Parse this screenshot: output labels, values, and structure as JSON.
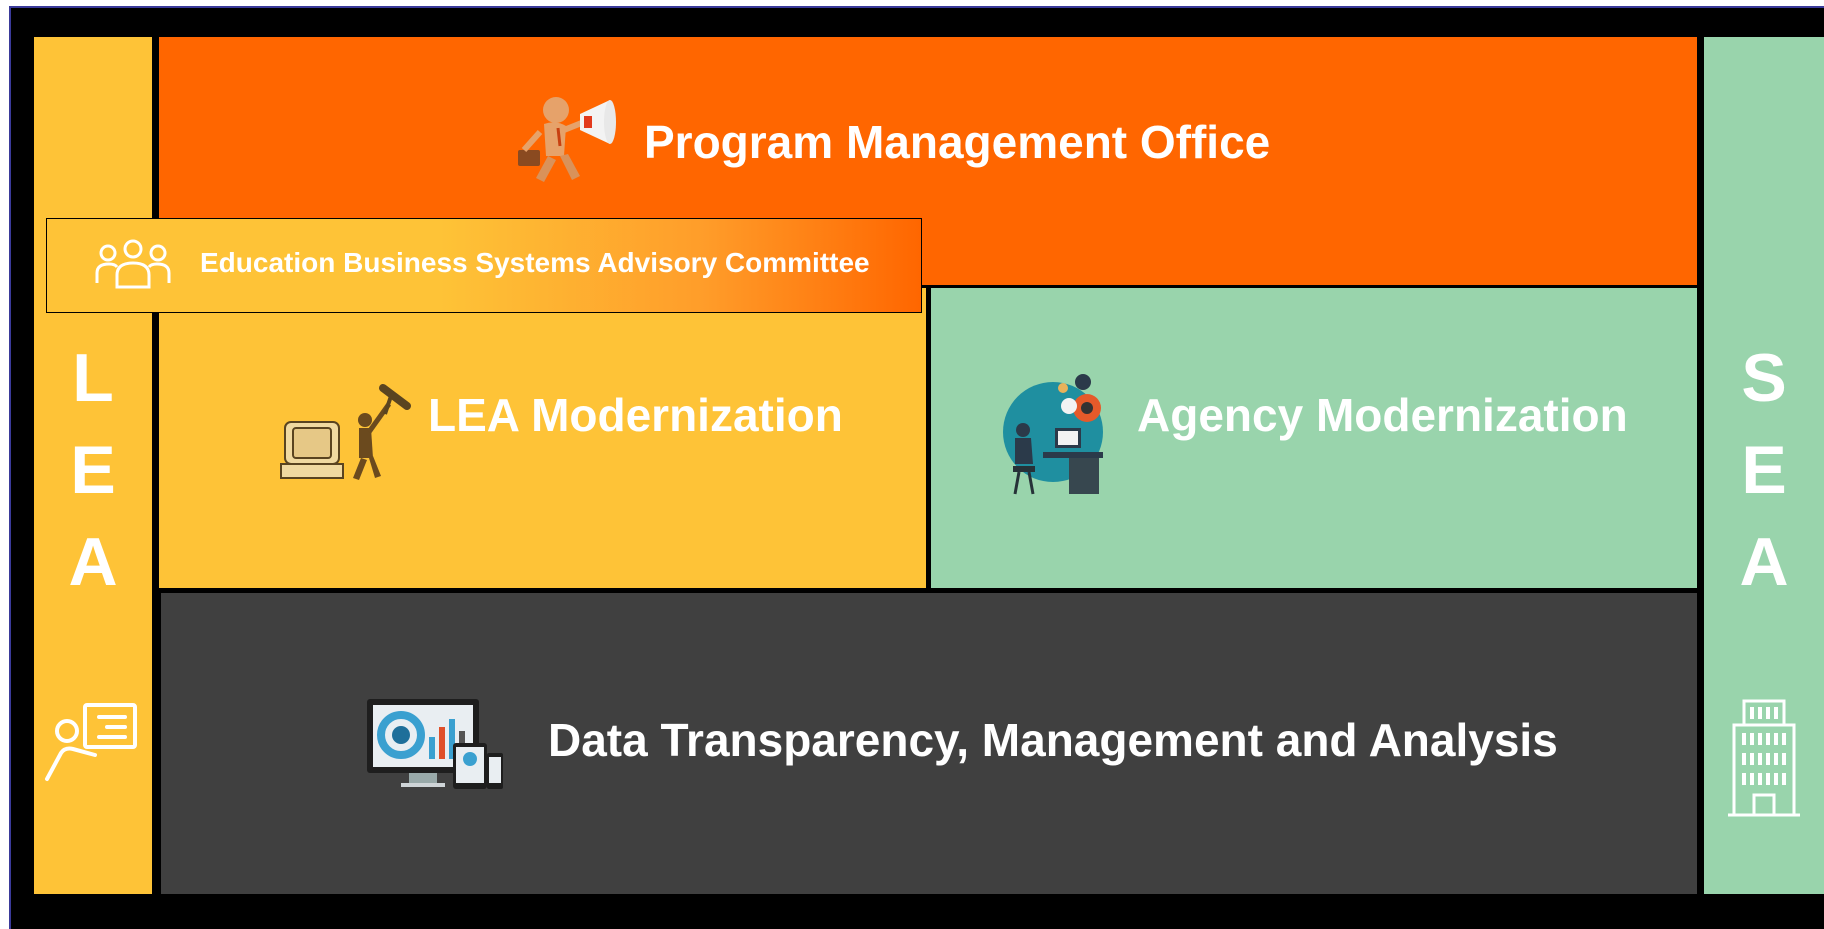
{
  "left_column": {
    "letters": [
      "L",
      "E",
      "A"
    ],
    "icon": "presenter-icon"
  },
  "right_column": {
    "letters": [
      "S",
      "E",
      "A"
    ],
    "icon": "building-icon"
  },
  "program_management_office": {
    "title": "Program Management Office",
    "icon": "megaphone-person-icon"
  },
  "advisory_committee": {
    "title": "Education Business Systems Advisory Committee",
    "icon": "people-group-icon"
  },
  "lea_modernization": {
    "title": "LEA Modernization",
    "icon": "hammer-computer-icon"
  },
  "agency_modernization": {
    "title": "Agency Modernization",
    "icon": "office-worker-icon"
  },
  "data_transparency": {
    "title": "Data Transparency, Management and Analysis",
    "icon": "devices-dashboard-icon"
  },
  "colors": {
    "orange": "#ff6600",
    "yellow": "#fec337",
    "green": "#99d4ac",
    "dark_gray": "#404040",
    "background": "#000000"
  }
}
